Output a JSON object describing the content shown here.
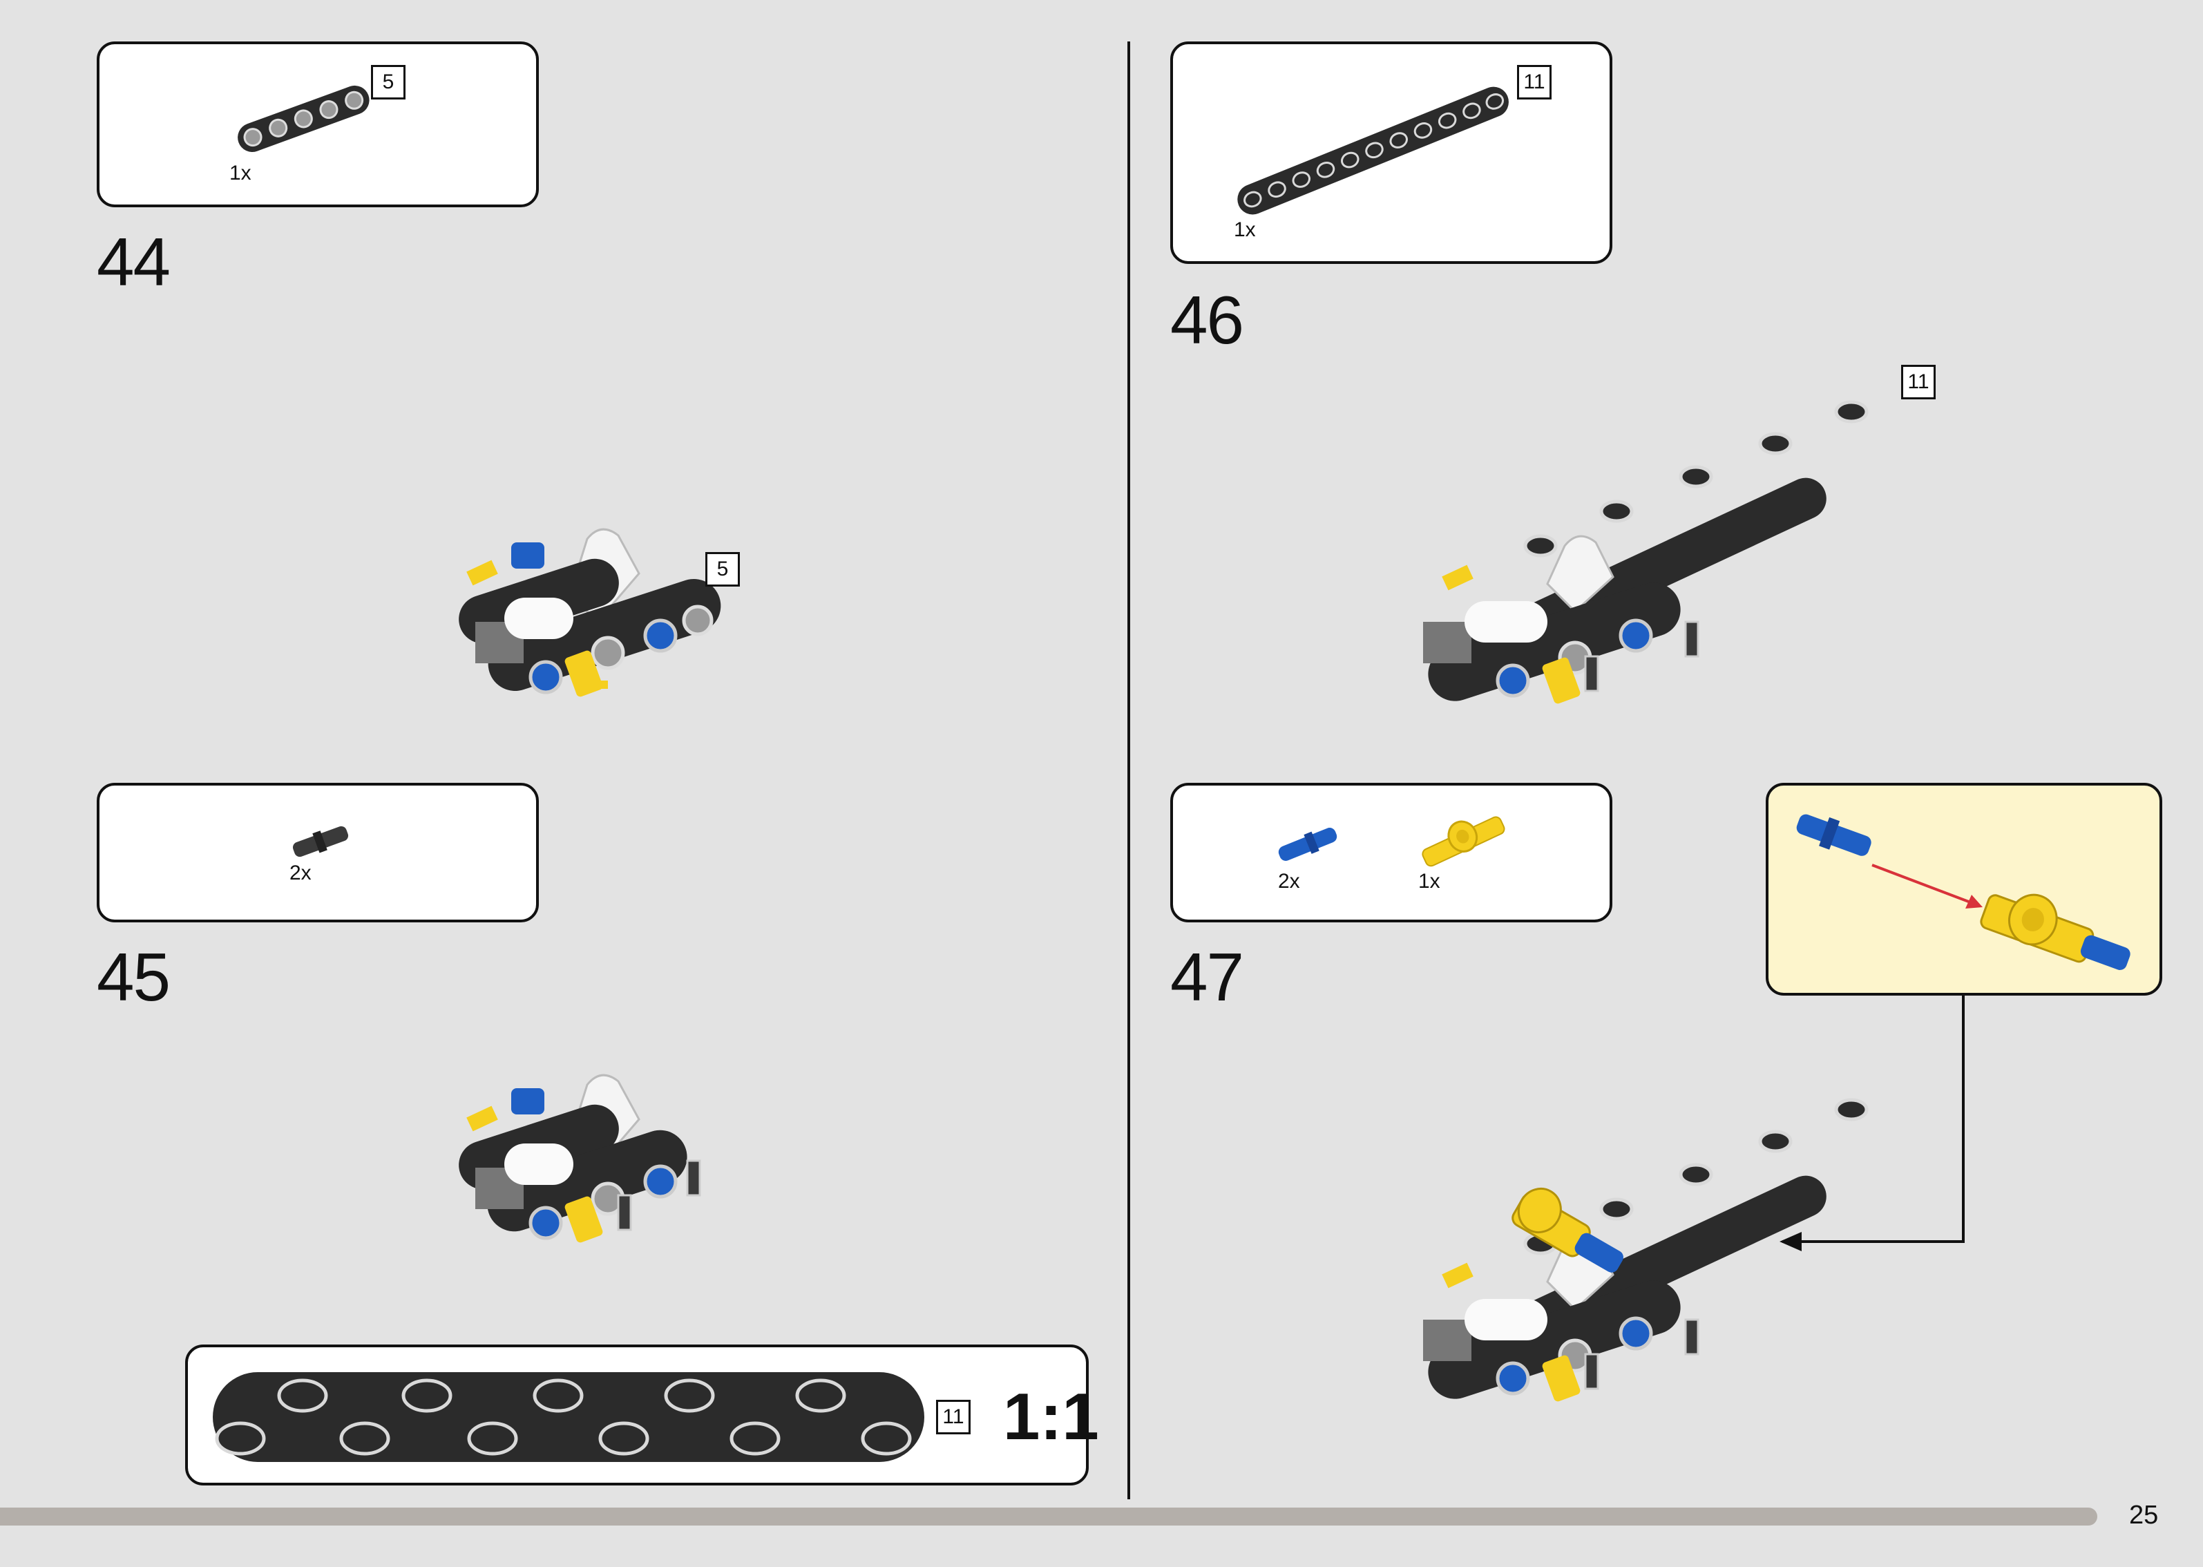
{
  "page_number": "25",
  "steps": [
    {
      "number": "44",
      "parts": [
        {
          "quantity": "1x",
          "length": "5"
        }
      ],
      "assembly_length": "5"
    },
    {
      "number": "45",
      "parts": [
        {
          "quantity": "2x"
        }
      ]
    },
    {
      "number": "46",
      "parts": [
        {
          "quantity": "1x",
          "length": "11"
        }
      ],
      "assembly_length": "11"
    },
    {
      "number": "47",
      "parts": [
        {
          "quantity": "2x"
        },
        {
          "quantity": "1x"
        }
      ]
    }
  ],
  "scale_reference": {
    "length": "11",
    "label": "1:1"
  },
  "colors": {
    "background": "#e3e3e3",
    "beam": "#2b2b2b",
    "pin_blue": "#1f5fc4",
    "axle_yellow": "#f5cf1f",
    "callout_bg": "#fdf5cc",
    "progress": "#b4afaa"
  }
}
